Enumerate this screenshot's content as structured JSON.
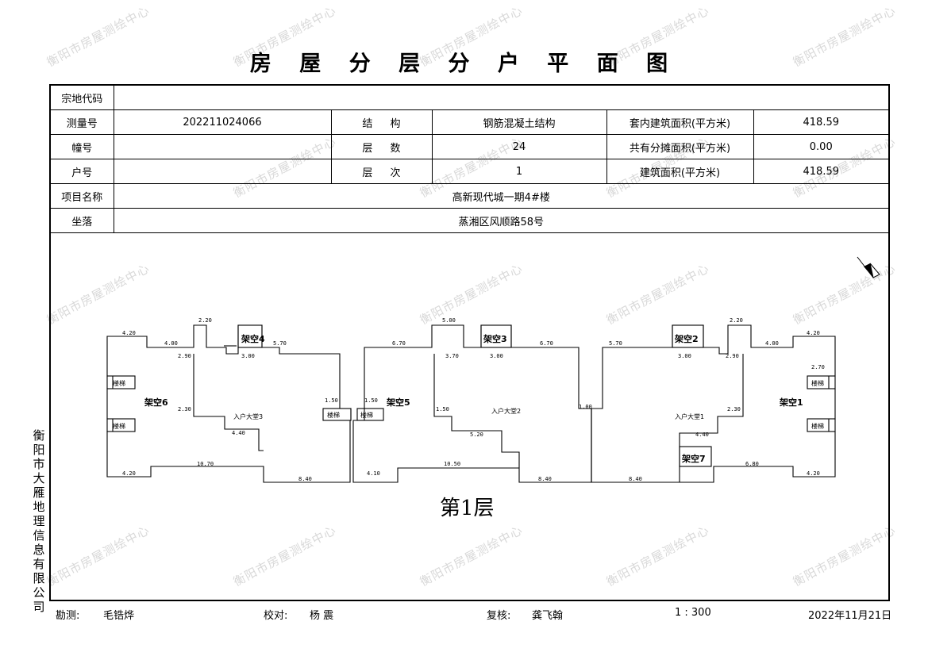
{
  "title": "房 屋 分 层 分 户 平 面 图",
  "watermark_text": "衡阳市房屋测绘中心",
  "info": {
    "zongdi_label": "宗地代码",
    "zongdi_value": "",
    "celiang_label": "测量号",
    "celiang_value": "202211024066",
    "jiegou_label": "结 构",
    "jiegou_value": "钢筋混凝土结构",
    "taonei_label": "套内建筑面积(平方米)",
    "taonei_value": "418.59",
    "zhuang_label": "幢号",
    "zhuang_value": "",
    "cengshu_label": "层 数",
    "cengshu_value": "24",
    "gongyou_label": "共有分摊面积(平方米)",
    "gongyou_value": "0.00",
    "hu_label": "户号",
    "hu_value": "",
    "cengci_label": "层 次",
    "cengci_value": "1",
    "jianzhu_label": "建筑面积(平方米)",
    "jianzhu_value": "418.59",
    "xiangmu_label": "项目名称",
    "xiangmu_value": "高新现代城一期4#楼",
    "zuoluo_label": "坐落",
    "zuoluo_value": "蒸湘区风顺路58号"
  },
  "plan": {
    "floor_label": "第1层",
    "rooms": [
      "架空1",
      "架空2",
      "架空3",
      "架空4",
      "架空5",
      "架空6",
      "架空7"
    ],
    "lobbies": [
      "入户大堂1",
      "入户大堂2",
      "入户大堂3"
    ],
    "stairs_label": "楼梯"
  },
  "side_text": "衡阳市大雁地理信息有限公司",
  "footer": {
    "kance_label": "勘测:",
    "kance_value": "毛锆烨",
    "jiaodui_label": "校对:",
    "jiaodui_value": "杨 震",
    "fuhe_label": "复核:",
    "fuhe_value": "龚飞翰",
    "scale": "1 : 300",
    "date": "2022年11月21日"
  }
}
